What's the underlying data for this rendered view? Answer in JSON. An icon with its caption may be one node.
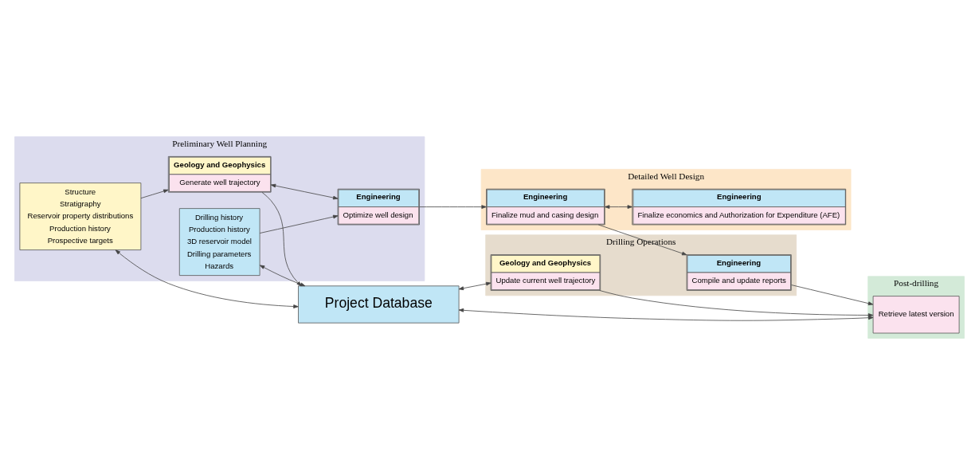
{
  "diagram": {
    "nodes": [
      {
        "text": [
          "Preliminary Well Planning"
        ]
      },
      {
        "text": [
          "Detailed Well Design"
        ]
      },
      {
        "text": [
          "Drilling Operations"
        ]
      },
      {
        "text": [
          "Post-drilling"
        ]
      },
      {
        "text": [
          "Structure",
          "Stratigraphy",
          "Reservoir property distributions",
          "Production history",
          "Prospective targets"
        ],
        "in": 0
      },
      {
        "text": [
          "Geology and Geophysics",
          "Generate well trajectory"
        ],
        "in": 0
      },
      {
        "text": [
          "Geology and Geophysics",
          "Update current well trajectory"
        ],
        "in": 2
      },
      {
        "text": [
          "Project Database"
        ]
      },
      {
        "text": [
          "Retrieve latest version"
        ],
        "in": 3
      },
      {
        "text": [
          "Drilling history",
          "Production history",
          "3D reservoir model",
          "Drilling parameters",
          "Hazards"
        ],
        "in": 0
      },
      {
        "text": [
          "Engineering",
          "Optimize well design"
        ],
        "in": 0
      },
      {
        "text": [
          "Engineering",
          "Finalize mud and casing design"
        ],
        "in": 1
      },
      {
        "text": [
          "Engineering",
          "Compile and update reports"
        ],
        "in": 2
      },
      {
        "text": [
          "Engineering",
          "Finalize economics and Authorization for Expenditure (AFE)"
        ],
        "in": 1
      }
    ],
    "edges": [
      {
        "from": 4,
        "to": 5,
        "arrow": "to"
      },
      {
        "from": 5,
        "to": 7,
        "arrow": "to"
      },
      {
        "from": 7,
        "to": 6,
        "arrow": "both"
      },
      {
        "from": 6,
        "to": 8,
        "arrow": "to"
      },
      {
        "from": 7,
        "to": 8,
        "arrow": "both"
      },
      {
        "from": 4,
        "to": 7,
        "arrow": "both"
      },
      {
        "from": 9,
        "to": 7,
        "arrow": "both"
      },
      {
        "from": 5,
        "to": 10,
        "arrow": "both"
      },
      {
        "from": 9,
        "to": 10,
        "arrow": "to"
      },
      {
        "from": 10,
        "to": 11,
        "arrow": "to"
      },
      {
        "from": 11,
        "to": 12,
        "arrow": "to"
      },
      {
        "from": 12,
        "to": 8,
        "arrow": "to"
      },
      {
        "from": 11,
        "to": 13,
        "arrow": "both"
      }
    ]
  }
}
